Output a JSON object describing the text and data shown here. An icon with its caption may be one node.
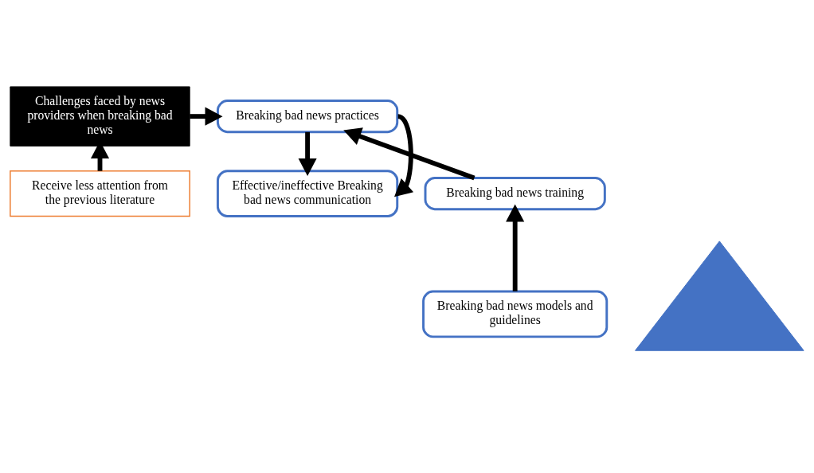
{
  "diagram": {
    "nodes": [
      {
        "text": [
          "Receive less attention from the previous literature"
        ]
      },
      {
        "text": [
          "Challenges faced by news providers when breaking bad news"
        ]
      },
      {
        "text": [],
        "shape": "triangle"
      },
      {
        "text": [
          "Effective/ineffective Breaking bad news communication"
        ]
      },
      {
        "text": [
          "Breaking bad news practices"
        ]
      },
      {
        "text": [
          "Breaking bad news training"
        ]
      },
      {
        "text": [
          "Breaking bad news models and guidelines"
        ]
      }
    ],
    "edges": [
      {
        "from": 0,
        "to": 1,
        "arrow": "to"
      },
      {
        "from": 1,
        "to": 4,
        "arrow": "to"
      },
      {
        "from": 6,
        "to": 5,
        "arrow": "to"
      },
      {
        "from": 5,
        "to": 4,
        "arrow": "to"
      },
      {
        "from": 4,
        "to": 3,
        "arrow": "to"
      },
      {
        "from": 4,
        "to": 3,
        "arrow": "to"
      }
    ]
  }
}
